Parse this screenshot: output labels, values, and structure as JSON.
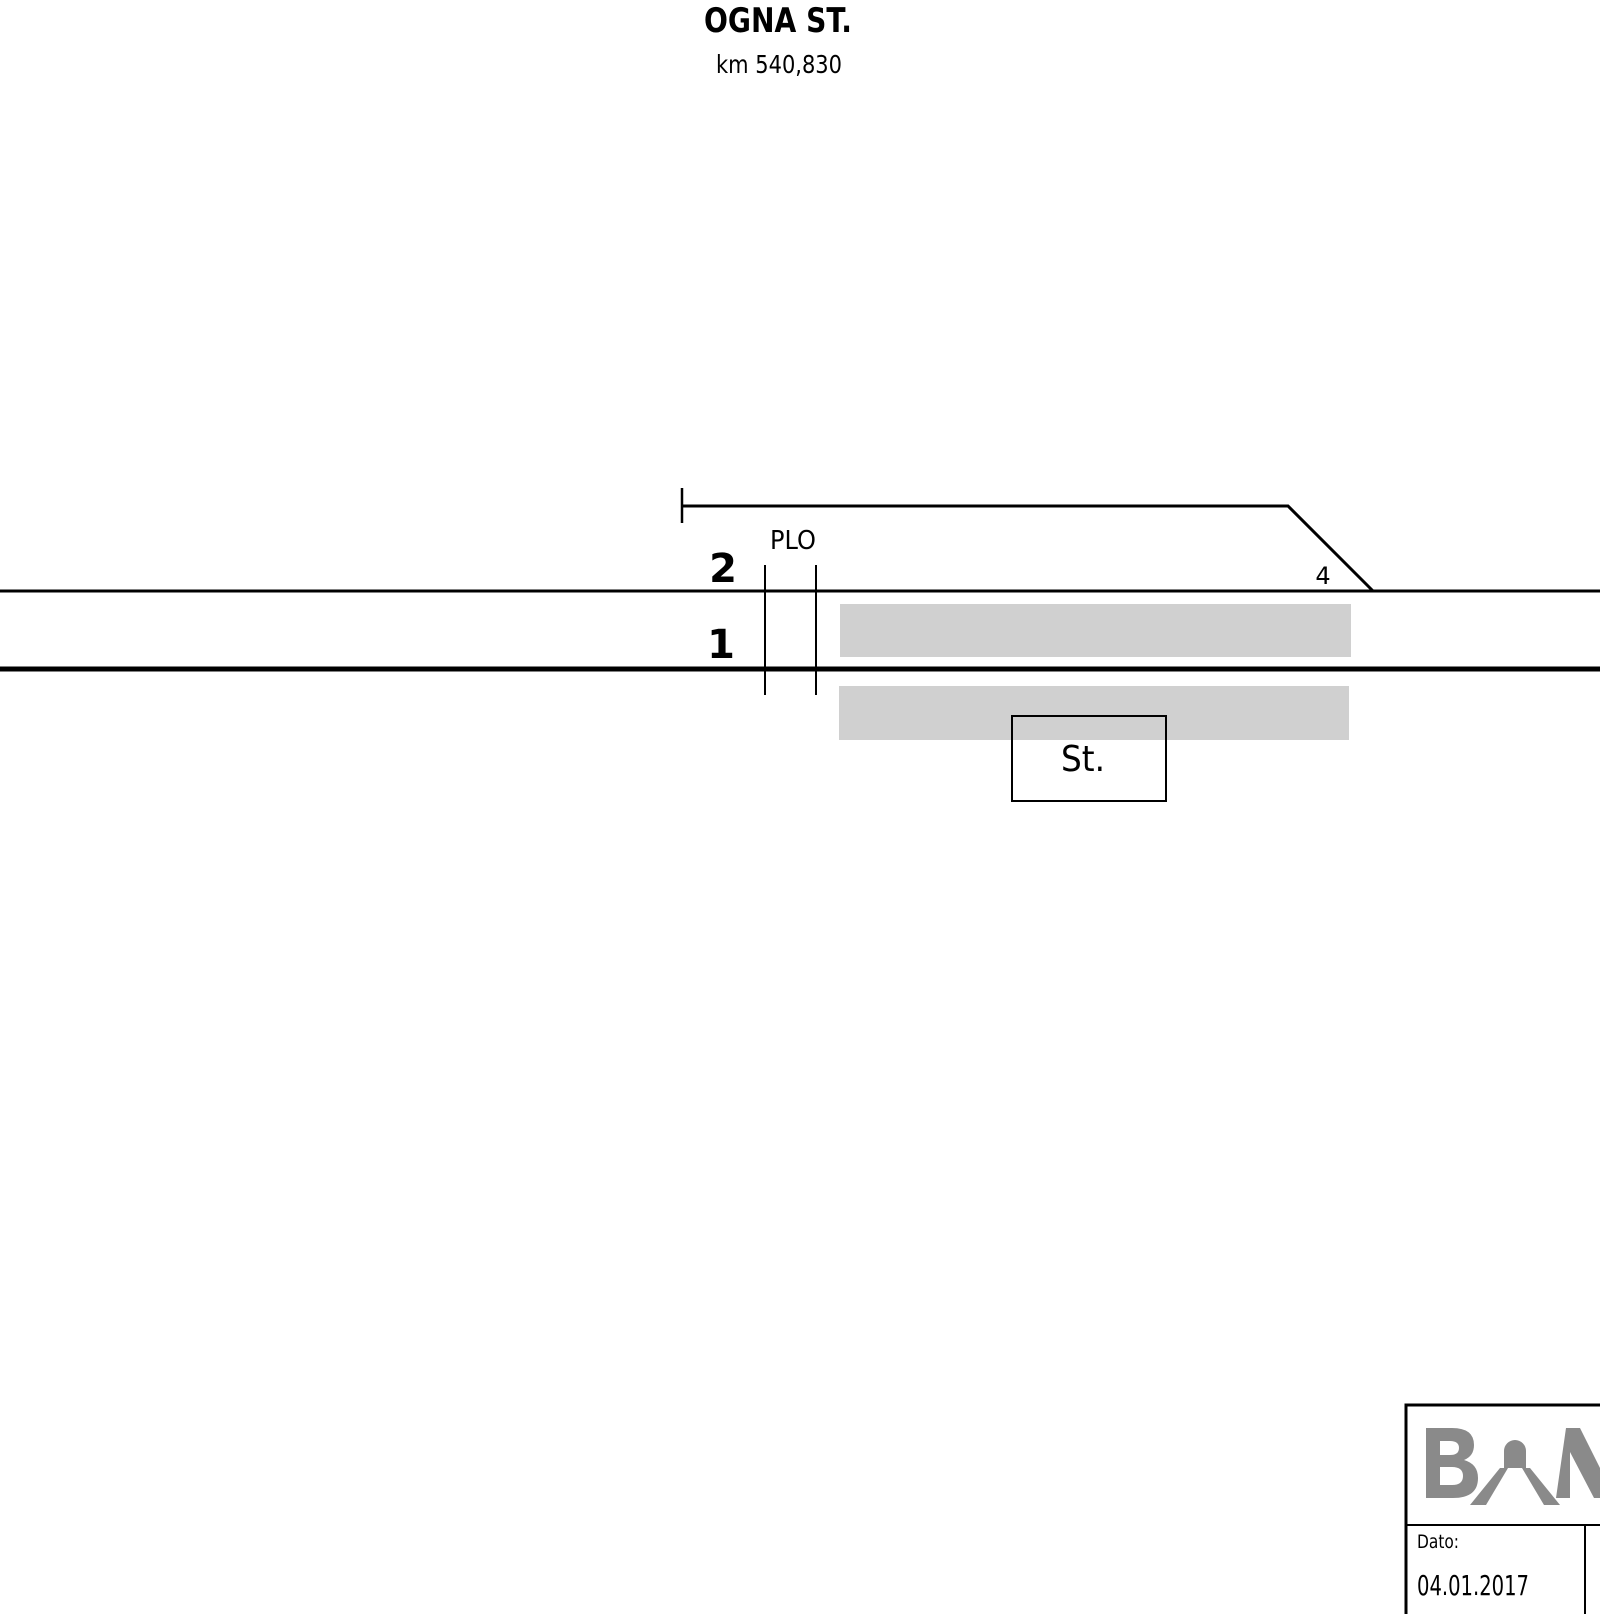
{
  "header": {
    "title": "OGNA ST.",
    "subtitle": "km 540,830"
  },
  "tracks": {
    "track_2_label": "2",
    "track_1_label": "1",
    "switch_label": "4",
    "level_crossing_label": "PLO"
  },
  "building": {
    "label": "St."
  },
  "title_block": {
    "logo_text": "BAN",
    "date_label": "Dato:",
    "date_value": "04.01.2017"
  },
  "colors": {
    "line": "#000000",
    "platform": "#d0d0d0",
    "logo": "#8a8a8a"
  }
}
